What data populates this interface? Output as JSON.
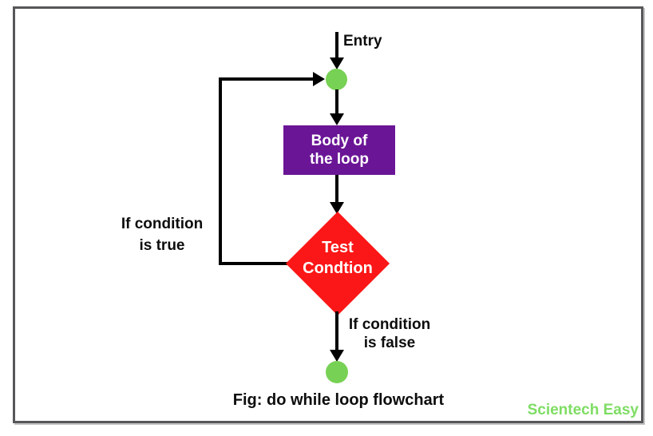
{
  "figure": {
    "caption": "Fig: do while loop flowchart",
    "watermark": "Scientech Easy"
  },
  "flowchart": {
    "entry_label": "Entry",
    "body_box": "Body of\nthe loop",
    "condition_diamond": "Test\nCondtion",
    "true_branch_label": "If condition\nis true",
    "false_branch_label": "If condition\nis false"
  },
  "colors": {
    "body_box_fill": "#6a1596",
    "condition_diamond_fill": "#fb1717",
    "connector_circle_green": "#77d154",
    "watermark_green": "#7edd63",
    "arrow_line_black": "#000000",
    "frame_border_gray": "#57575a"
  }
}
